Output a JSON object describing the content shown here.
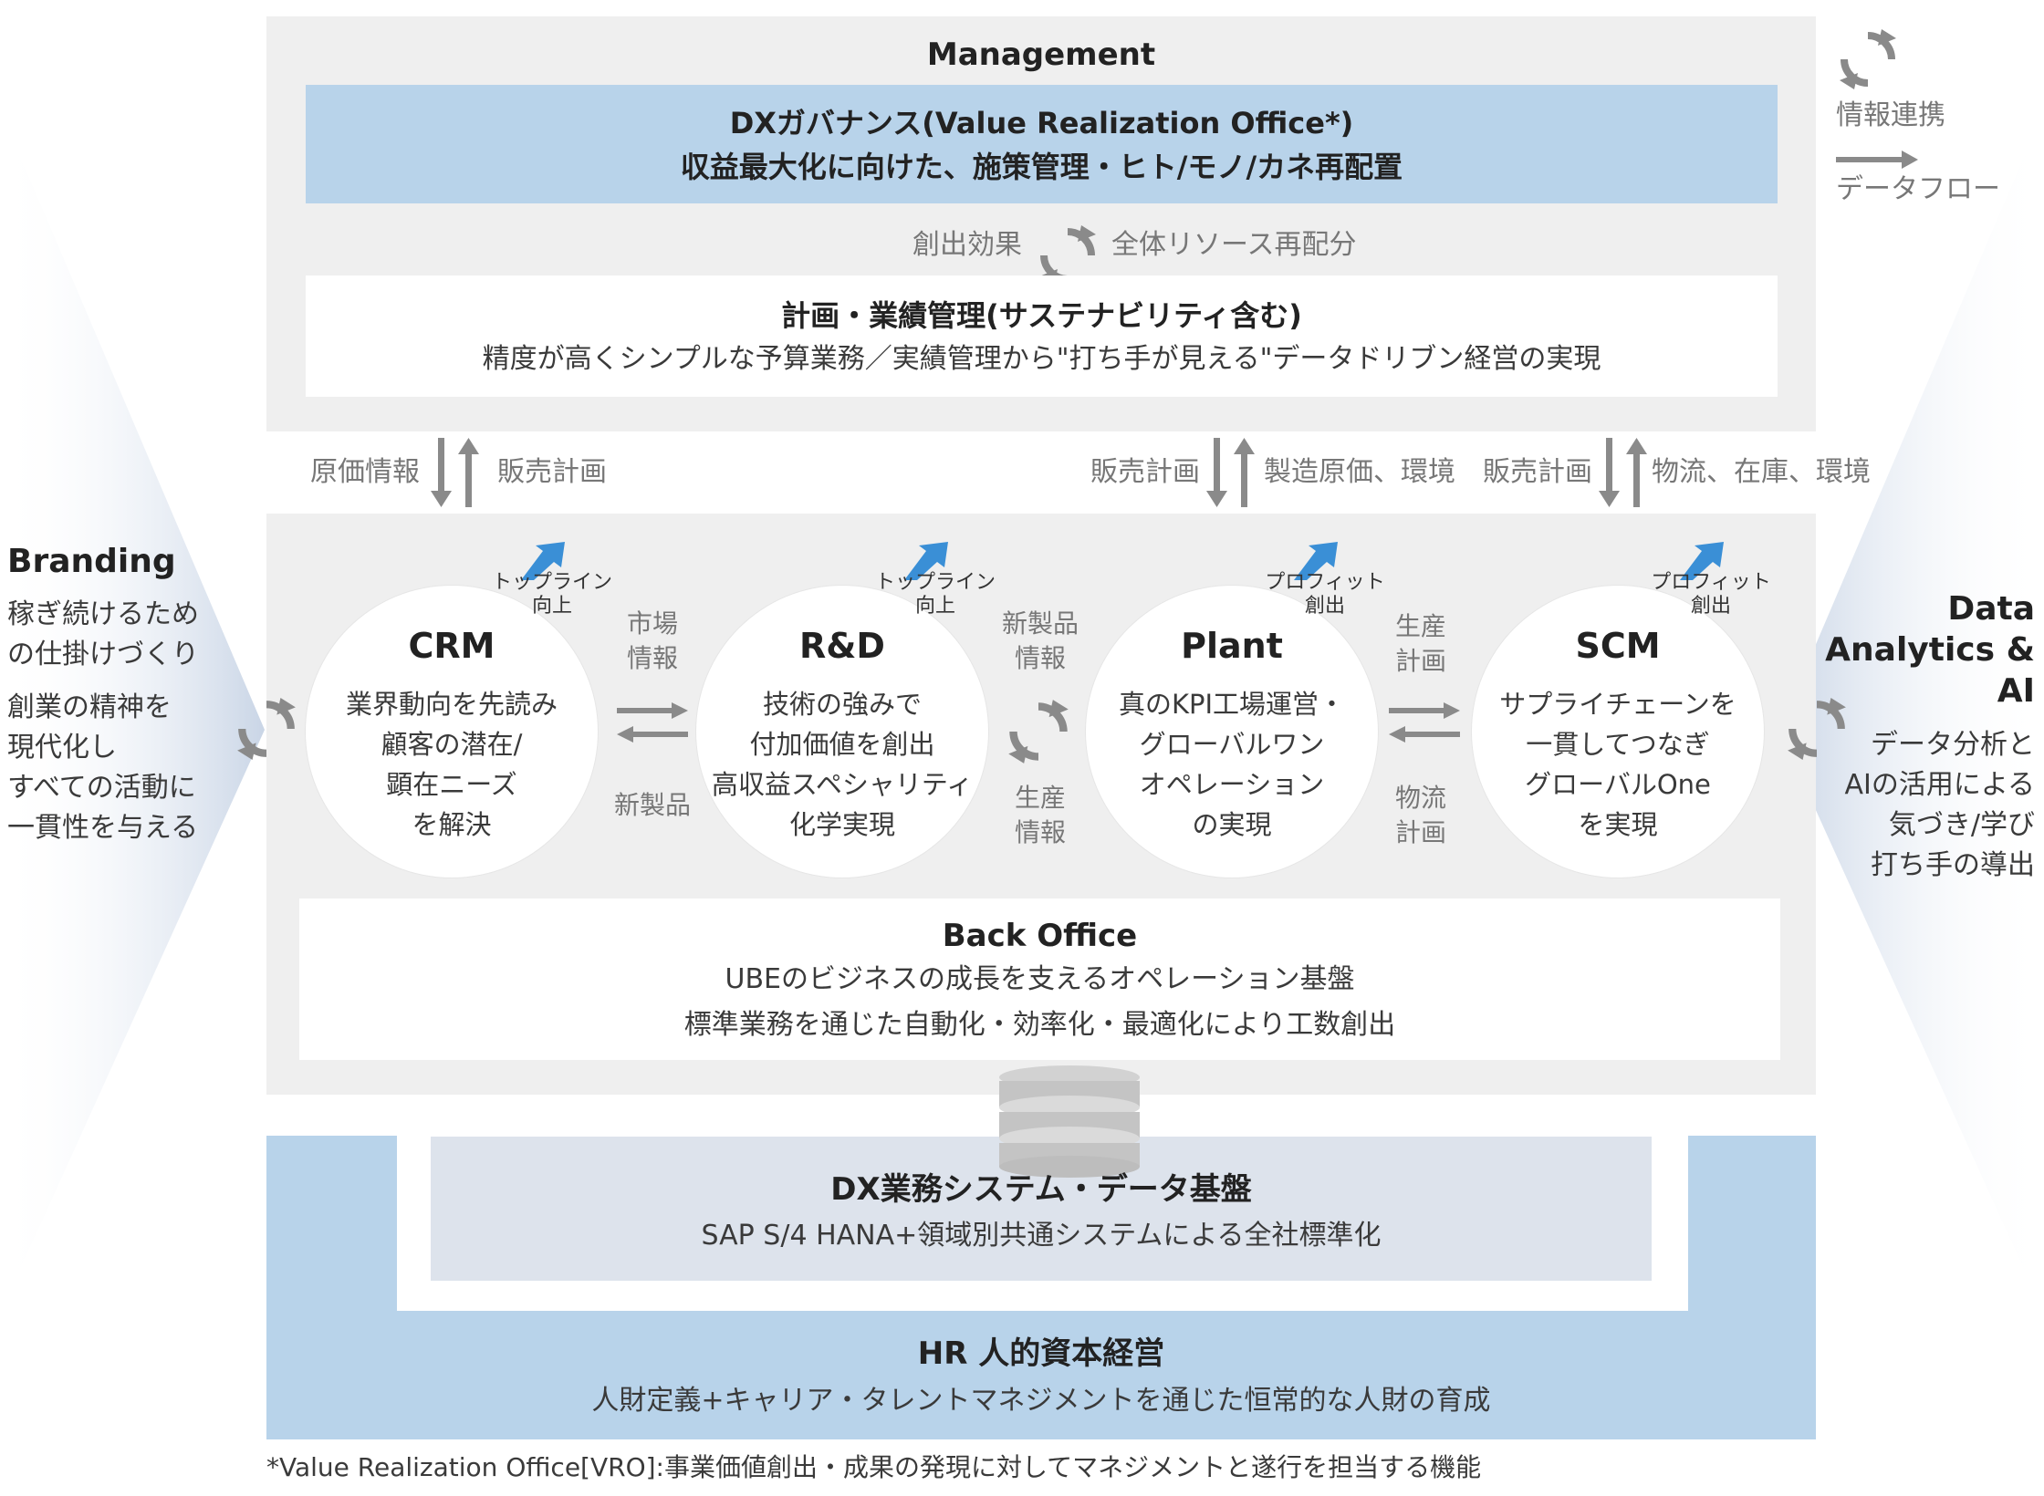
{
  "legend": {
    "info_link": "情報連携",
    "data_flow": "データフロー"
  },
  "management": {
    "title": "Management",
    "gov_line1": "DXガバナンス(Value Realization Office*)",
    "gov_line2": "収益最大化に向けた、施策管理・ヒト/モノ/カネ再配置",
    "effect_left": "創出効果",
    "effect_right": "全体リソース再配分",
    "plan_line1": "計画・業績管理(サステナビリティ含む)",
    "plan_line2": "精度が高くシンプルな予算業務／実績管理から\"打ち手が見える\"データドリブン経営の実現"
  },
  "flows": {
    "f1_left": "原価情報",
    "f1_right": "販売計画",
    "f2_left": "販売計画",
    "f2_right": "製造原価、環境",
    "f3_left": "販売計画",
    "f3_right": "物流、在庫、環境"
  },
  "branding": {
    "title": "Branding",
    "line1": "稼ぎ続けるため",
    "line2": "の仕掛けづくり",
    "line3": "創業の精神を",
    "line4": "現代化し",
    "line5": "すべての活動に",
    "line6": "一貫性を与える"
  },
  "analytics": {
    "title1": "Data",
    "title2": "Analytics &",
    "title3": "AI",
    "line1": "データ分析と",
    "line2": "AIの活用による",
    "line3": "気づき/学び",
    "line4": "打ち手の導出"
  },
  "circles": [
    {
      "badge1": "トップライン",
      "badge2": "向上",
      "title": "CRM",
      "d1": "業界動向を先読み",
      "d2": "顧客の潜在/",
      "d3": "顕在ニーズ",
      "d4": "を解決"
    },
    {
      "badge1": "トップライン",
      "badge2": "向上",
      "title": "R&D",
      "d1": "技術の強みで",
      "d2": "付加価値を創出",
      "d3": "高収益スペシャリティ",
      "d4": "化学実現"
    },
    {
      "badge1": "プロフィット",
      "badge2": "創出",
      "title": "Plant",
      "d1": "真のKPI工場運営・",
      "d2": "グローバルワン",
      "d3": "オペレーション",
      "d4": "の実現"
    },
    {
      "badge1": "プロフィット",
      "badge2": "創出",
      "title": "SCM",
      "d1": "サプライチェーンを",
      "d2": "一貫してつなぎ",
      "d3": "グローバルOne",
      "d4": "を実現"
    }
  ],
  "between": {
    "a_top1": "市場",
    "a_top2": "情報",
    "a_bottom": "新製品",
    "b_top1": "新製品",
    "b_top2": "情報",
    "b_bottom1": "生産",
    "b_bottom2": "情報",
    "c_top1": "生産",
    "c_top2": "計画",
    "c_bottom1": "物流",
    "c_bottom2": "計画"
  },
  "back_office": {
    "title": "Back Office",
    "line1": "UBEのビジネスの成長を支えるオペレーション基盤",
    "line2": "標準業務を通じた自動化・効率化・最適化により工数創出"
  },
  "dx_platform": {
    "title": "DX業務システム・データ基盤",
    "line1": "SAP S/4 HANA+領域別共通システムによる全社標準化"
  },
  "hr": {
    "title": "HR 人的資本経営",
    "line1": "人財定義+キャリア・タレントマネジメントを通じた恒常的な人財の育成"
  },
  "footnote": "*Value Realization Office[VRO]:事業価値創出・成果の発現に対してマネジメントと遂行を担当する機能",
  "colors": {
    "gray_panel": "#efefef",
    "blue_panel": "#b8d3ea",
    "arrow_gray": "#888888",
    "badge_blue": "#3a8fd6"
  }
}
